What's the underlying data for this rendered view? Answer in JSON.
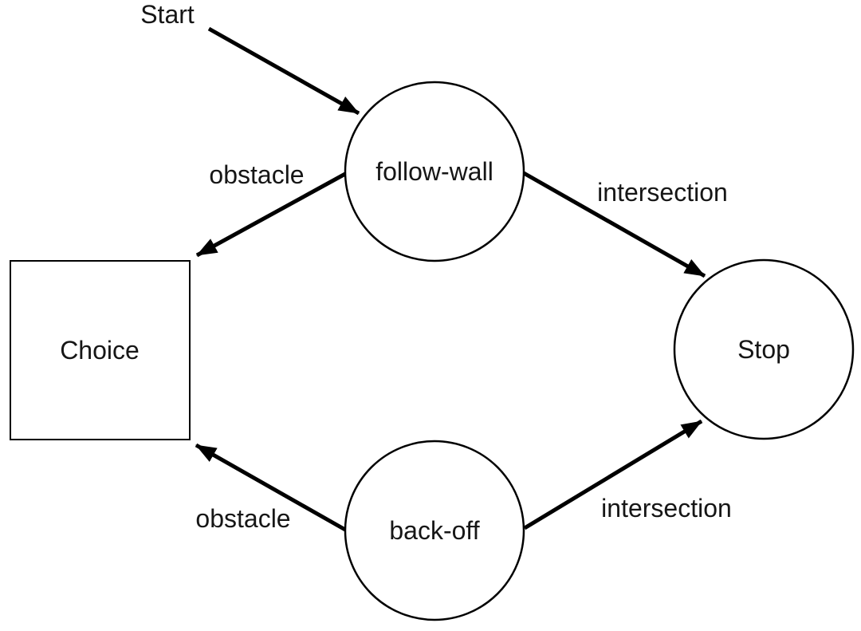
{
  "diagram": {
    "type": "state-machine-diagram",
    "background_color": "#ffffff",
    "line_color": "#000000",
    "text_color": "#161616",
    "start": {
      "label": "Start"
    },
    "nodes": {
      "follow_wall": {
        "label": "follow-wall",
        "shape": "circle"
      },
      "choice": {
        "label": "Choice",
        "shape": "square"
      },
      "stop": {
        "label": "Stop",
        "shape": "circle"
      },
      "back_off": {
        "label": "back-off",
        "shape": "circle"
      }
    },
    "edges": {
      "start_to_follow_wall": {
        "from": "Start",
        "to": "follow-wall",
        "label": ""
      },
      "follow_wall_to_choice": {
        "from": "follow-wall",
        "to": "Choice",
        "label": "obstacle"
      },
      "follow_wall_to_stop": {
        "from": "follow-wall",
        "to": "Stop",
        "label": "intersection"
      },
      "back_off_to_choice": {
        "from": "back-off",
        "to": "Choice",
        "label": "obstacle"
      },
      "back_off_to_stop": {
        "from": "back-off",
        "to": "Stop",
        "label": "intersection"
      }
    }
  }
}
